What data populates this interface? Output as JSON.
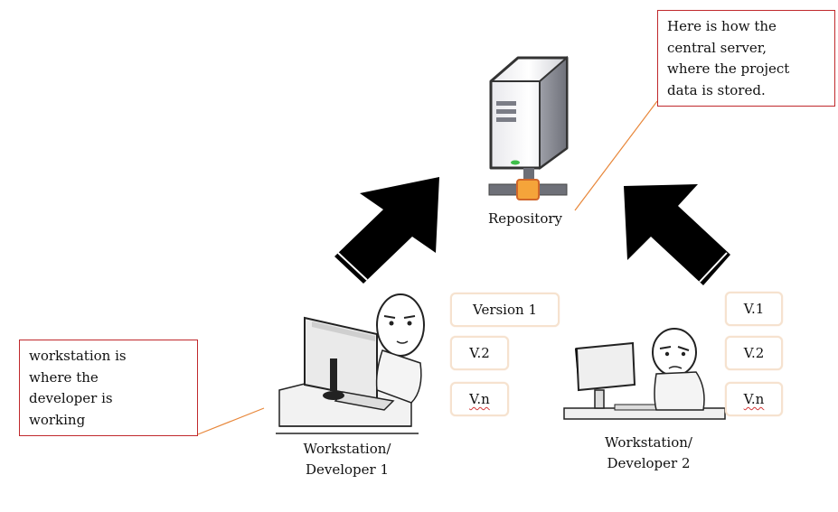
{
  "repository": {
    "label": "Repository",
    "callout": "Here is how the\ncentral server,\nwhere the project\ndata is stored."
  },
  "workstation_callout": "workstation is\nwhere the\ndeveloper is\nworking",
  "developer1": {
    "caption_line1": "Workstation/",
    "caption_line2": "Developer 1",
    "versions": [
      "Version 1",
      "V.2",
      "V.n"
    ]
  },
  "developer2": {
    "caption_line1": "Workstation/",
    "caption_line2": "Developer 2",
    "versions": [
      "V.1",
      "V.2",
      "V.n"
    ]
  },
  "colors": {
    "callout_border": "#c0282c",
    "leader_line": "#e8873a",
    "version_box_border": "#f6e2cf",
    "arrow": "#000000"
  },
  "icons": [
    "server-icon",
    "network-connector-icon",
    "developer-1-illustration",
    "developer-2-illustration",
    "up-right-arrow-icon",
    "up-left-arrow-icon"
  ]
}
